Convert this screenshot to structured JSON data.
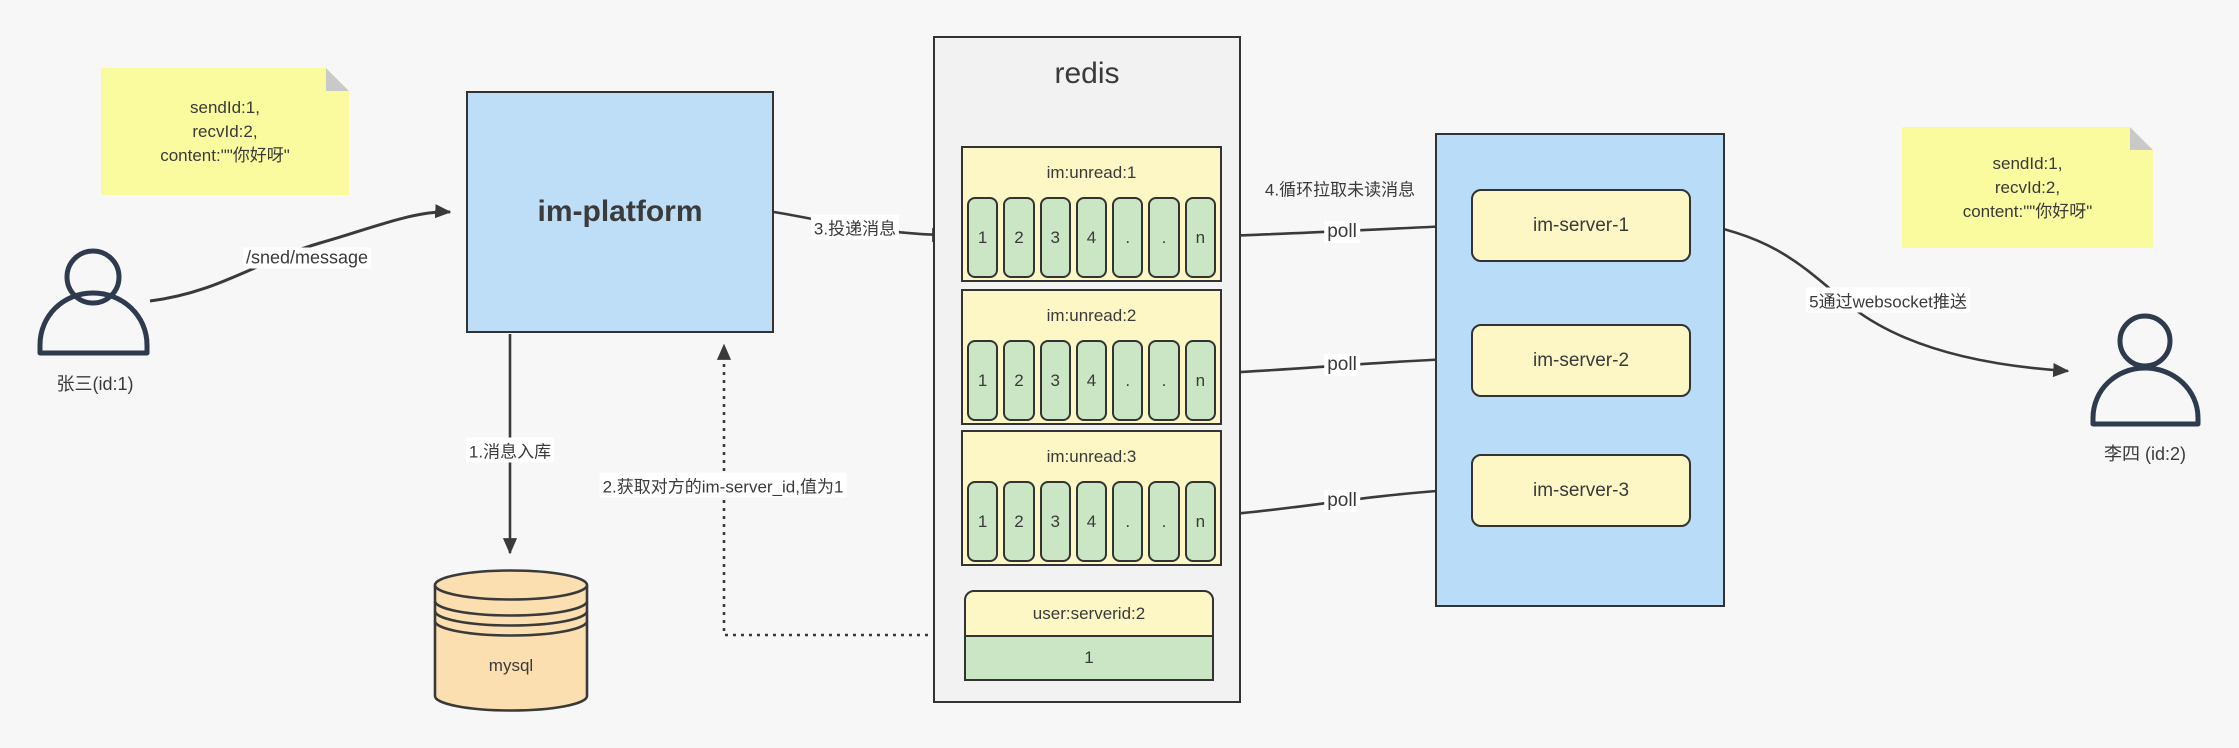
{
  "notes": {
    "sender": {
      "lines": [
        "sendId:1,",
        "recvId:2,",
        "content:\"\"你好呀\""
      ]
    },
    "receiver": {
      "lines": [
        "sendId:1,",
        "recvId:2,",
        "content:\"\"你好呀\""
      ]
    }
  },
  "actors": {
    "sender": {
      "label": "张三(id:1)"
    },
    "receiver": {
      "label": "李四 (id:2)"
    }
  },
  "platform": {
    "label": "im-platform"
  },
  "database": {
    "label": "mysql"
  },
  "redis": {
    "title": "redis",
    "queues": [
      {
        "name": "im:unread:1",
        "cells": [
          "1",
          "2",
          "3",
          "4",
          ".",
          ".",
          "n"
        ]
      },
      {
        "name": "im:unread:2",
        "cells": [
          "1",
          "2",
          "3",
          "4",
          ".",
          ".",
          "n"
        ]
      },
      {
        "name": "im:unread:3",
        "cells": [
          "1",
          "2",
          "3",
          "4",
          ".",
          ".",
          "n"
        ]
      }
    ],
    "kv": {
      "key": "user:serverid:2",
      "value": "1"
    }
  },
  "servers": [
    {
      "label": "im-server-1"
    },
    {
      "label": "im-server-2"
    },
    {
      "label": "im-server-3"
    }
  ],
  "labels": {
    "send_endpoint": "/sned/message",
    "step1": "1.消息入库",
    "step2": "2.获取对方的im-server_id,值为1",
    "step3": "3.投递消息",
    "step4": "4.循环拉取未读消息",
    "poll": "poll",
    "step5": "5通过websocket推送"
  },
  "colors": {
    "background": "#f7f7f7",
    "note_yellow": "#fafa9e",
    "box_yellow": "#fcf7c5",
    "cell_green": "#cae6c5",
    "box_blue": "#bedef7",
    "container_blue": "#b9dcf8",
    "mysql_orange": "#fbdfb0",
    "panel_gray": "#f2f2f2",
    "line": "#3a3a3a",
    "person": "#2e3a4e"
  }
}
